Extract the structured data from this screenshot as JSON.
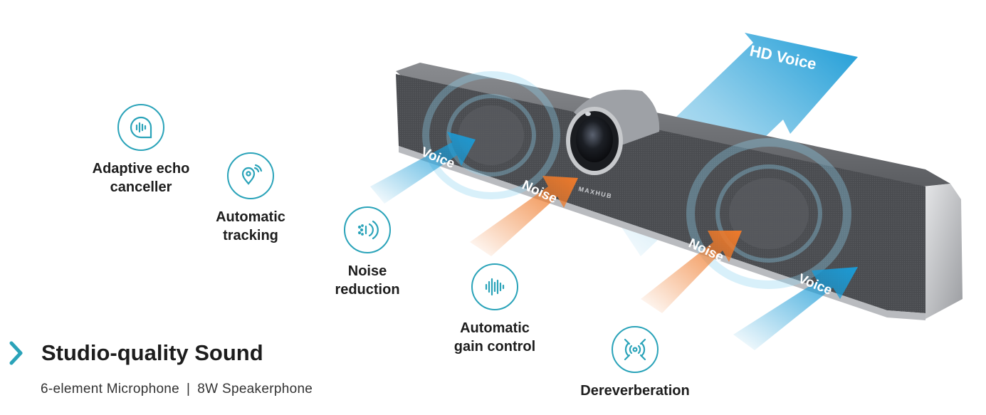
{
  "features": [
    {
      "label": "Adaptive echo\ncanceller",
      "icon": "echo-canceller-icon"
    },
    {
      "label": "Automatic\ntracking",
      "icon": "location-tracking-icon"
    },
    {
      "label": "Noise\nreduction",
      "icon": "noise-reduction-icon"
    },
    {
      "label": "Automatic\ngain control",
      "icon": "sound-wave-icon"
    },
    {
      "label": "Dereverberation",
      "icon": "dereverberation-icon"
    }
  ],
  "product": {
    "brand": "MAXHUB",
    "arrows": {
      "voice": "Voice",
      "noise": "Noise",
      "hd_voice": "HD Voice"
    }
  },
  "section": {
    "title": "Studio-quality Sound",
    "spec_1": "6-element Microphone",
    "separator": "|",
    "spec_2": "8W Speakerphone"
  },
  "colors": {
    "accent": "#2aa3b9",
    "voice_blue": "#1b9bd6",
    "noise_orange": "#ef7a2a",
    "bar_gray": "#4a4c50"
  }
}
